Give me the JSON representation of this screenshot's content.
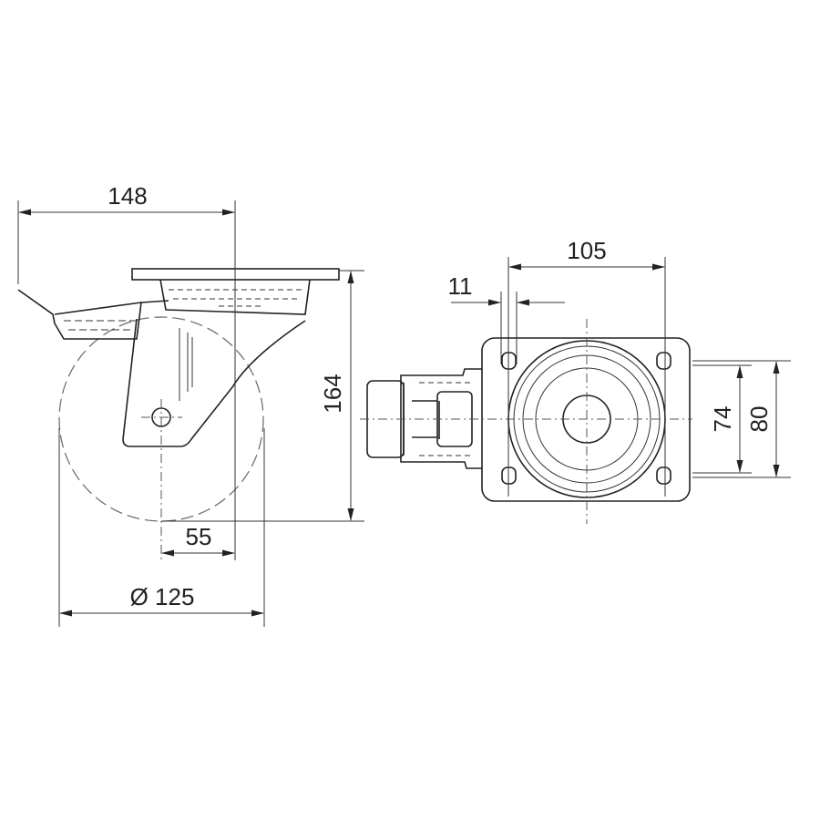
{
  "drawing": {
    "side_view": {
      "dimensions": {
        "overall_width": "148",
        "height": "164",
        "offset": "55",
        "wheel_diameter": "Ø 125"
      }
    },
    "top_view": {
      "dimensions": {
        "hole_spacing_x": "105",
        "hole_size": "11",
        "hole_spacing_y": "74",
        "plate_width": "80"
      }
    },
    "line_color": "#222222"
  }
}
